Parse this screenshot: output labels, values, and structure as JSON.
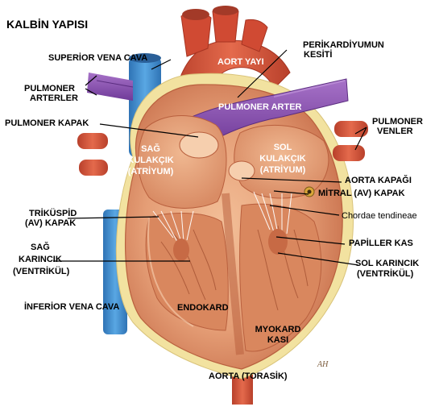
{
  "title": "KALBİN YAPISI",
  "signature": "AH",
  "labels": {
    "superior_vena_cava": "SUPERİOR VENA CAVA",
    "pulmoner_arterler": [
      "PULMONER",
      "ARTERLER"
    ],
    "aort_yayi": "AORT YAYI",
    "perikardiyum": [
      "PERİKARDİYUMUN",
      "KESİTİ"
    ],
    "pulmoner_arter": "PULMONER ARTER",
    "pulmoner_venler": [
      "PULMONER",
      "VENLER"
    ],
    "pulmoner_kapak": "PULMONER KAPAK",
    "sag_kulakcik": [
      "SAĞ",
      "KULAKÇIK",
      "(ATRİYUM)"
    ],
    "sol_kulakcik": [
      "SOL",
      "KULAKÇIK",
      "(ATRİYUM)"
    ],
    "aorta_kapagi": "AORTA KAPAĞI",
    "mitral_kapak": "MİTRAL (AV) KAPAK",
    "chordae": "Chordae tendineae",
    "trikuspid": [
      "TRİKÜSPİD",
      "(AV) KAPAK"
    ],
    "papiller_kas": "PAPİLLER KAS",
    "sag_karincik": [
      "SAĞ",
      "KARINCIK",
      "(VENTRİKÜL)"
    ],
    "sol_karincik": [
      "SOL KARINCIK",
      "(VENTRİKÜL)"
    ],
    "inferior_vena_cava": "İNFERİOR VENA CAVA",
    "endokard": "ENDOKARD",
    "myokard": [
      "MYOKARD",
      "KASI"
    ],
    "aorta_torasik": "AORTA (TORASİK)"
  },
  "colors": {
    "vein_blue": "#3f8fd0",
    "artery_purple": "#8a4fb0",
    "artery_red": "#d8543a",
    "muscle": "#e9a27a",
    "muscle_dark": "#c9744e",
    "pericardium": "#f1e3a0"
  }
}
